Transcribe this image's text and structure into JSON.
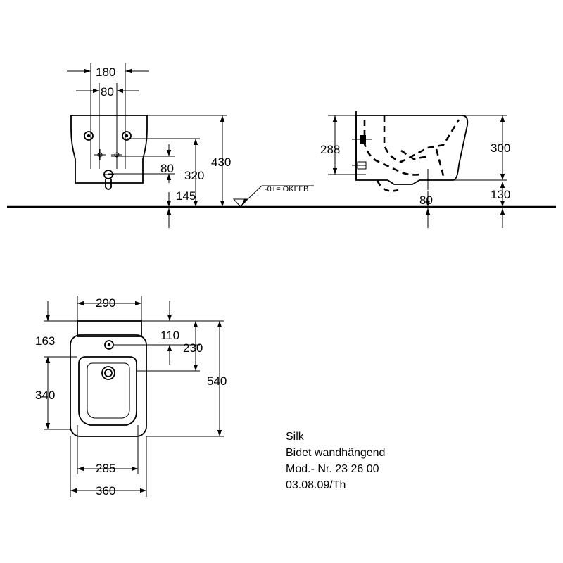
{
  "dimensions": {
    "front": {
      "d180": "180",
      "d80_top": "80",
      "d80_side": "80",
      "d320": "320",
      "d430": "430",
      "d145": "145"
    },
    "side": {
      "d288": "288",
      "d300": "300",
      "d130": "130",
      "d80": "80",
      "floor_reference": "-0+= OKFFB"
    },
    "plan": {
      "d290": "290",
      "d110": "110",
      "d230": "230",
      "d163": "163",
      "d340": "340",
      "d540": "540",
      "d285": "285",
      "d360": "360"
    }
  },
  "info": {
    "series": "Silk",
    "product": "Bidet wandhängend",
    "model": "Mod.- Nr. 23 26 00",
    "date": "03.08.09/Th"
  }
}
